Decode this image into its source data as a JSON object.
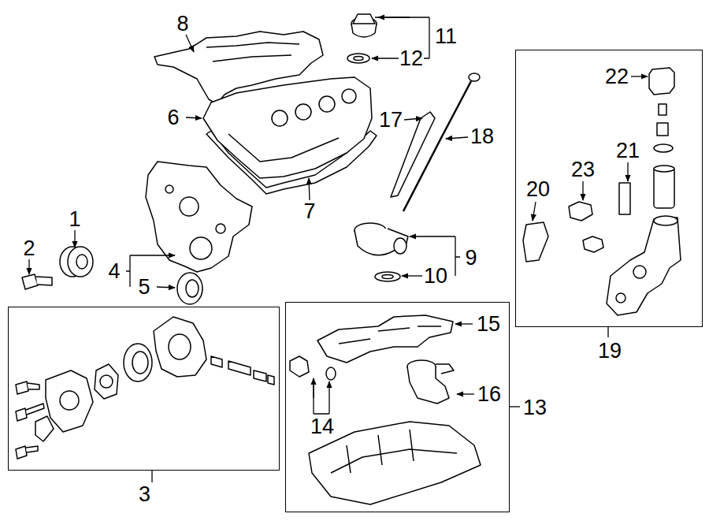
{
  "diagram": {
    "nodes": [
      {
        "text": [
          "3"
        ]
      },
      {
        "text": [
          "13"
        ]
      },
      {
        "text": [
          "19"
        ]
      }
    ],
    "labels": [
      "8",
      "11",
      "12",
      "6",
      "17",
      "18",
      "7",
      "1",
      "2",
      "4",
      "5",
      "9",
      "10",
      "22",
      "21",
      "23",
      "20",
      "15",
      "16",
      "14"
    ]
  }
}
